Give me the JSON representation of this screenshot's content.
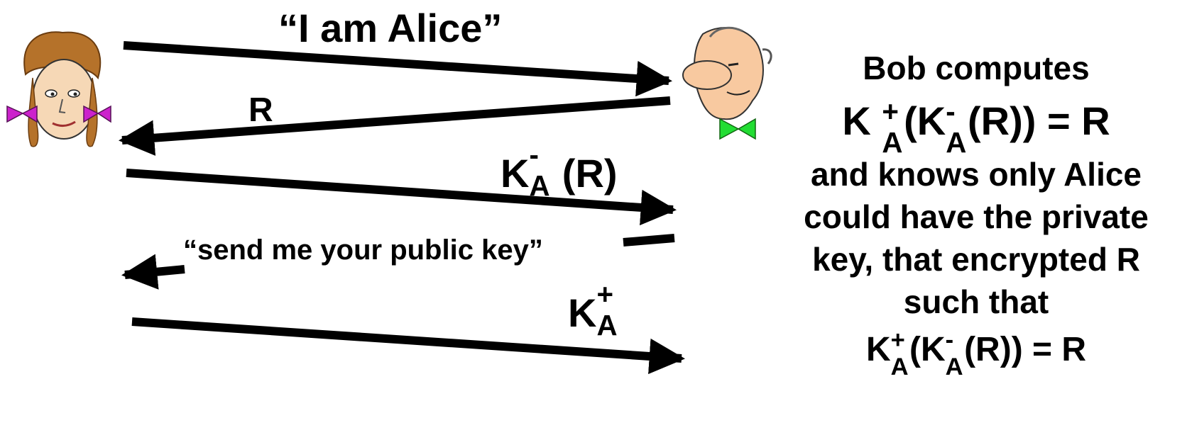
{
  "messages": {
    "m1_text": "“I am Alice”",
    "m2_text": "R",
    "m3": {
      "key": "K",
      "sub": "A",
      "sup": "-",
      "rest": " (R)"
    },
    "m4_text": "“send me your public key”",
    "m5": {
      "key": "K",
      "sub": "A",
      "sup": "+"
    }
  },
  "side": {
    "heading": "Bob computes",
    "formula1": {
      "k1": "K",
      "plus": "+",
      "a1": "A",
      "open": "(K",
      "minus": "-",
      "a2": "A",
      "close": "(R)) = R"
    },
    "lines": [
      "and knows only Alice",
      "could have the private",
      "key, that encrypted R",
      "such that"
    ],
    "formula2": {
      "k1": "K",
      "plus": "+",
      "a1": "A",
      "open": "(K",
      "minus": "-",
      "a2": "A",
      "close": "(R)) = R"
    }
  },
  "colors": {
    "alice_hair": "#b5722a",
    "alice_skin": "#f6d8b6",
    "alice_bow": "#cc22cc",
    "bob_skin": "#f8c9a0",
    "bob_tie": "#22dd33",
    "arrow": "#000000"
  },
  "icons": [
    "alice-figure",
    "bob-figure"
  ]
}
